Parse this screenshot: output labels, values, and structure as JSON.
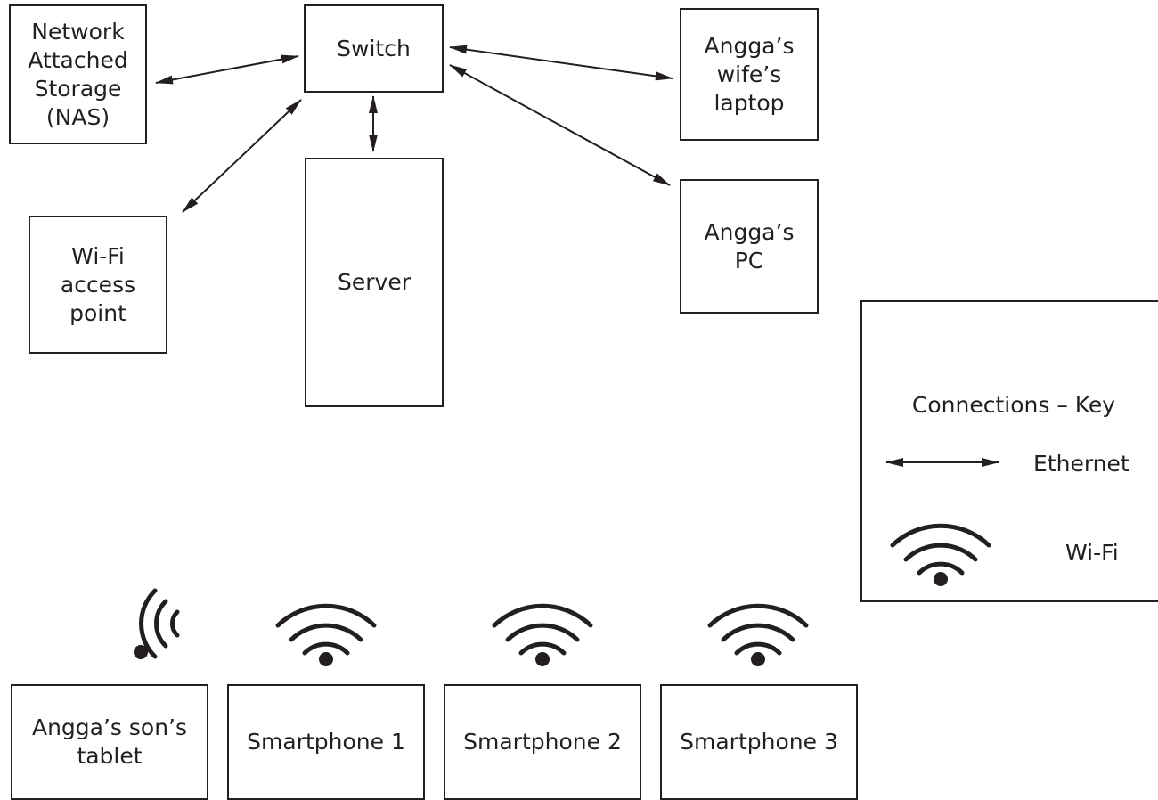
{
  "nodes": {
    "nas": "Network\nAttached\nStorage\n(NAS)",
    "switch": "Switch",
    "wife_laptop": "Angga’s\nwife’s\nlaptop",
    "wifi_ap": "Wi-Fi\naccess\npoint",
    "server": "Server",
    "pc": "Angga’s\nPC",
    "tablet": "Angga’s son’s\ntablet",
    "phone1": "Smartphone 1",
    "phone2": "Smartphone 2",
    "phone3": "Smartphone 3"
  },
  "connections": {
    "ethernet": [
      [
        "nas",
        "switch"
      ],
      [
        "switch",
        "server"
      ],
      [
        "switch",
        "wifi_ap"
      ],
      [
        "switch",
        "wife_laptop"
      ],
      [
        "switch",
        "pc"
      ]
    ],
    "wifi": [
      "tablet",
      "phone1",
      "phone2",
      "phone3"
    ]
  },
  "key": {
    "title": "Connections – Key",
    "ethernet_label": "Ethernet",
    "wifi_label": "Wi-Fi"
  },
  "colors": {
    "line": "#231f20"
  },
  "icons": {
    "ethernet": "double-arrow-icon",
    "wifi": "wifi-icon"
  }
}
